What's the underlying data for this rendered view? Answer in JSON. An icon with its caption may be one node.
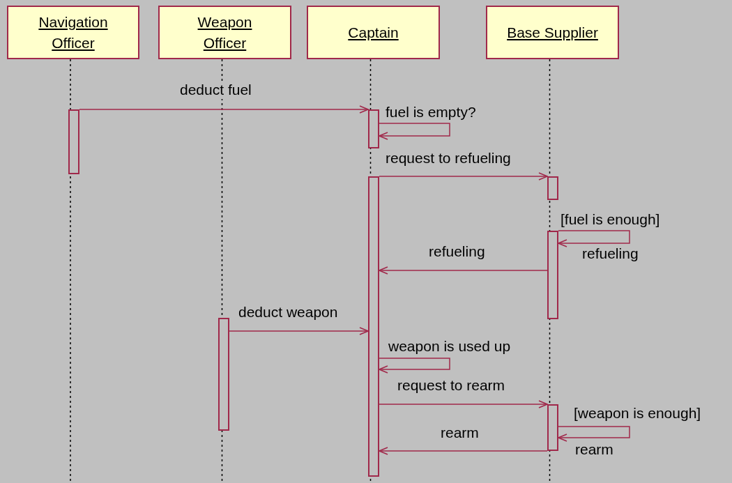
{
  "diagram": {
    "nodes": [
      {
        "text": [
          "Navigation Officer"
        ]
      },
      {
        "text": [
          "Weapon Officer"
        ]
      },
      {
        "text": [
          "Captain"
        ]
      },
      {
        "text": [
          "Base Supplier"
        ]
      },
      {
        "text": [],
        "shape": "bar"
      },
      {
        "text": [],
        "shape": "bar"
      },
      {
        "text": [],
        "shape": "bar"
      },
      {
        "text": [],
        "shape": "bar"
      },
      {
        "text": [],
        "shape": "bar"
      },
      {
        "text": [],
        "shape": "bar"
      },
      {
        "text": [],
        "shape": "bar"
      }
    ],
    "edges": [
      {
        "from": 4,
        "to": 5,
        "arrow": "to",
        "label": "deduct fuel"
      },
      {
        "from": 5,
        "to": 5,
        "arrow": "to",
        "label": "fuel is empty?"
      },
      {
        "from": 6,
        "to": 7,
        "arrow": "to",
        "label": "request to refueling"
      },
      {
        "from": 8,
        "to": 8,
        "arrow": "to",
        "label": "refueling"
      },
      {
        "from": 8,
        "to": 6,
        "arrow": "to",
        "label": "refueling"
      },
      {
        "from": 9,
        "to": 6,
        "arrow": "to",
        "label": "deduct weapon"
      },
      {
        "from": 6,
        "to": 6,
        "arrow": "to",
        "label": "weapon is used up"
      },
      {
        "from": 6,
        "to": 10,
        "arrow": "to",
        "label": "request to rearm"
      },
      {
        "from": 10,
        "to": 10,
        "arrow": "to",
        "label": "rearm"
      },
      {
        "from": 10,
        "to": 6,
        "arrow": "to",
        "label": "rearm"
      }
    ],
    "labels": [
      "[fuel is enough]",
      "[weapon is enough]"
    ]
  }
}
